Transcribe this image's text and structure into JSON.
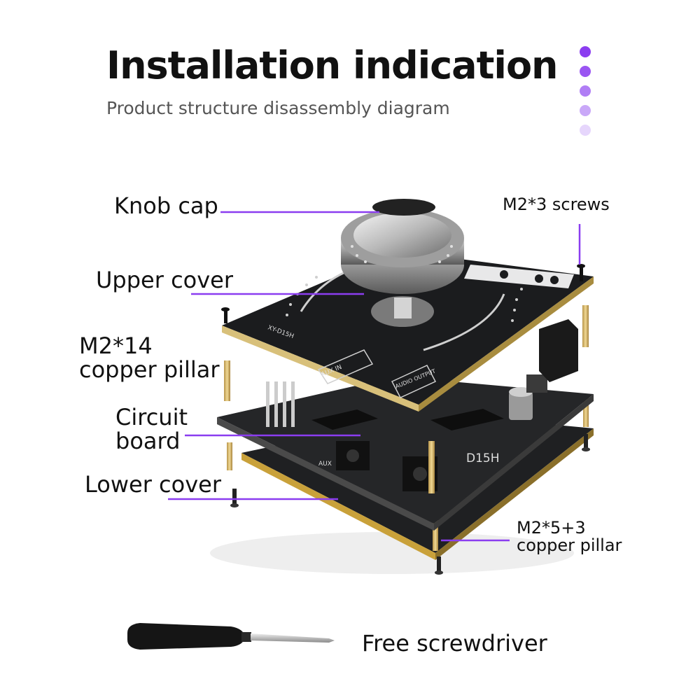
{
  "header": {
    "title": "Installation indication",
    "subtitle": "Product structure disassembly diagram"
  },
  "colors": {
    "accent": "#8b3df0",
    "dots": [
      "#8b3df0",
      "#9a55f2",
      "#b07ef5",
      "#c9a8f8",
      "#e6d6fc"
    ],
    "board": "#1c1d1f",
    "pcb_edge": "#c9a13a"
  },
  "labels": {
    "knob_cap": "Knob cap",
    "upper_cover": "Upper cover",
    "m2_14_line1": "M2*14",
    "m2_14_line2": "copper pillar",
    "circuit_line1": "Circuit",
    "circuit_line2": "board",
    "lower_cover": "Lower cover",
    "m2_3_screws": "M2*3 screws",
    "m2_5_3_line1": "M2*5+3",
    "m2_5_3_line2": "copper pillar",
    "screwdriver": "Free screwdriver"
  },
  "board_text": {
    "aux_in": "AUX IN",
    "audio_output": "AUDIO OUTPUT",
    "model": "XY-D15H",
    "model_short": "D15H",
    "aux": "AUX"
  }
}
